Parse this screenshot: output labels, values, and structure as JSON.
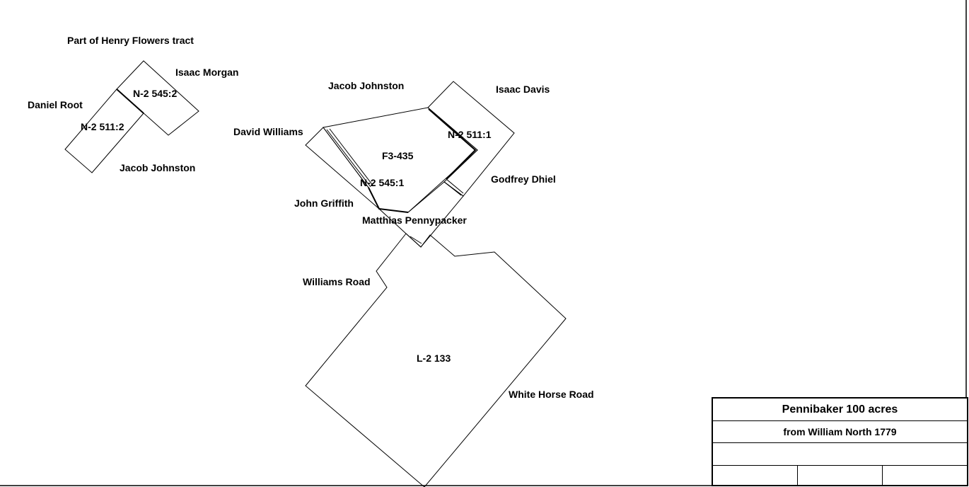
{
  "labels": {
    "part_of_henry_flowers": "Part of Henry Flowers tract",
    "isaac_morgan": "Isaac Morgan",
    "daniel_root": "Daniel Root",
    "n2_545_2": "N-2 545:2",
    "n2_511_2": "N-2 511:2",
    "jacob_johnston_west": "Jacob Johnston",
    "jacob_johnston_north": "Jacob Johnston",
    "isaac_davis": "Isaac Davis",
    "david_williams": "David Williams",
    "n2_511_1": "N-2 511:1",
    "f3_435": "F3-435",
    "godfrey_dhiel": "Godfrey Dhiel",
    "n2_545_1": "N-2 545:1",
    "john_griffith": "John Griffith",
    "matthias_pennypacker": "Matthias Pennypacker",
    "williams_road": "Williams Road",
    "l2_133": "L-2 133",
    "white_horse_road": "White Horse Road"
  },
  "title_block": {
    "title": "Pennibaker 100 acres",
    "subtitle": "from William North 1779"
  }
}
